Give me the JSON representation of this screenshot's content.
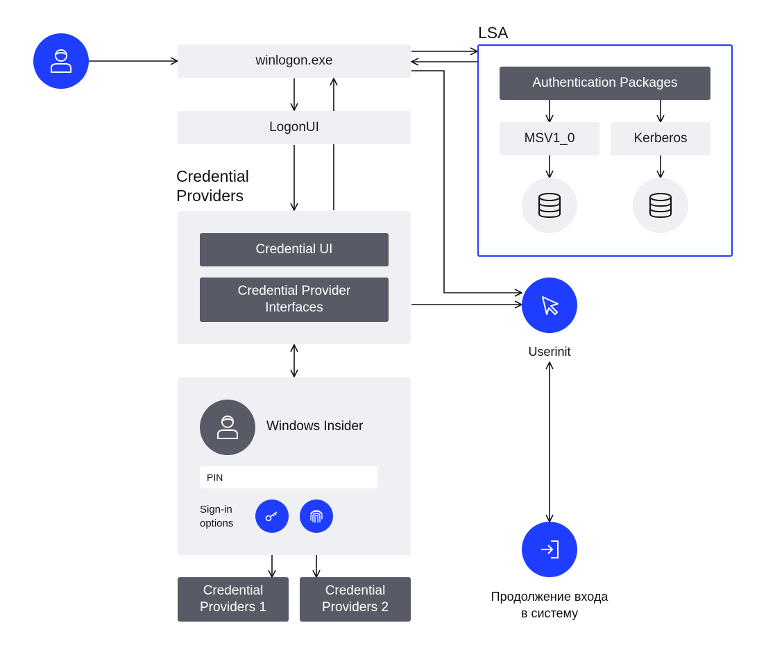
{
  "nodes": {
    "winlogon": "winlogon.exe",
    "logonui": "LogonUI",
    "credential_ui": "Credential UI",
    "credential_provider_interfaces": "Credential Provider Interfaces",
    "authentication_packages": "Authentication Packages",
    "msv": "MSV1_0",
    "kerberos": "Kerberos",
    "credential_providers_1": "Credential Providers 1",
    "credential_providers_2": "Credential Providers 2"
  },
  "headings": {
    "lsa": "LSA",
    "credential_providers": "Credential Providers"
  },
  "logon_screen": {
    "user_name": "Windows Insider",
    "pin_placeholder": "PIN",
    "sign_in_options": "Sign-in options"
  },
  "labels": {
    "userinit": "Userinit",
    "continue_login": "Продолжение входа в систему"
  },
  "colors": {
    "accent": "#1e3dff",
    "dark_box": "#585b66",
    "light_box": "#eff0f4"
  },
  "icons": {
    "user": "user-icon",
    "database": "database-icon",
    "cursor": "cursor-icon",
    "key": "key-icon",
    "fingerprint": "fingerprint-icon",
    "sign_in": "sign-in-icon"
  }
}
